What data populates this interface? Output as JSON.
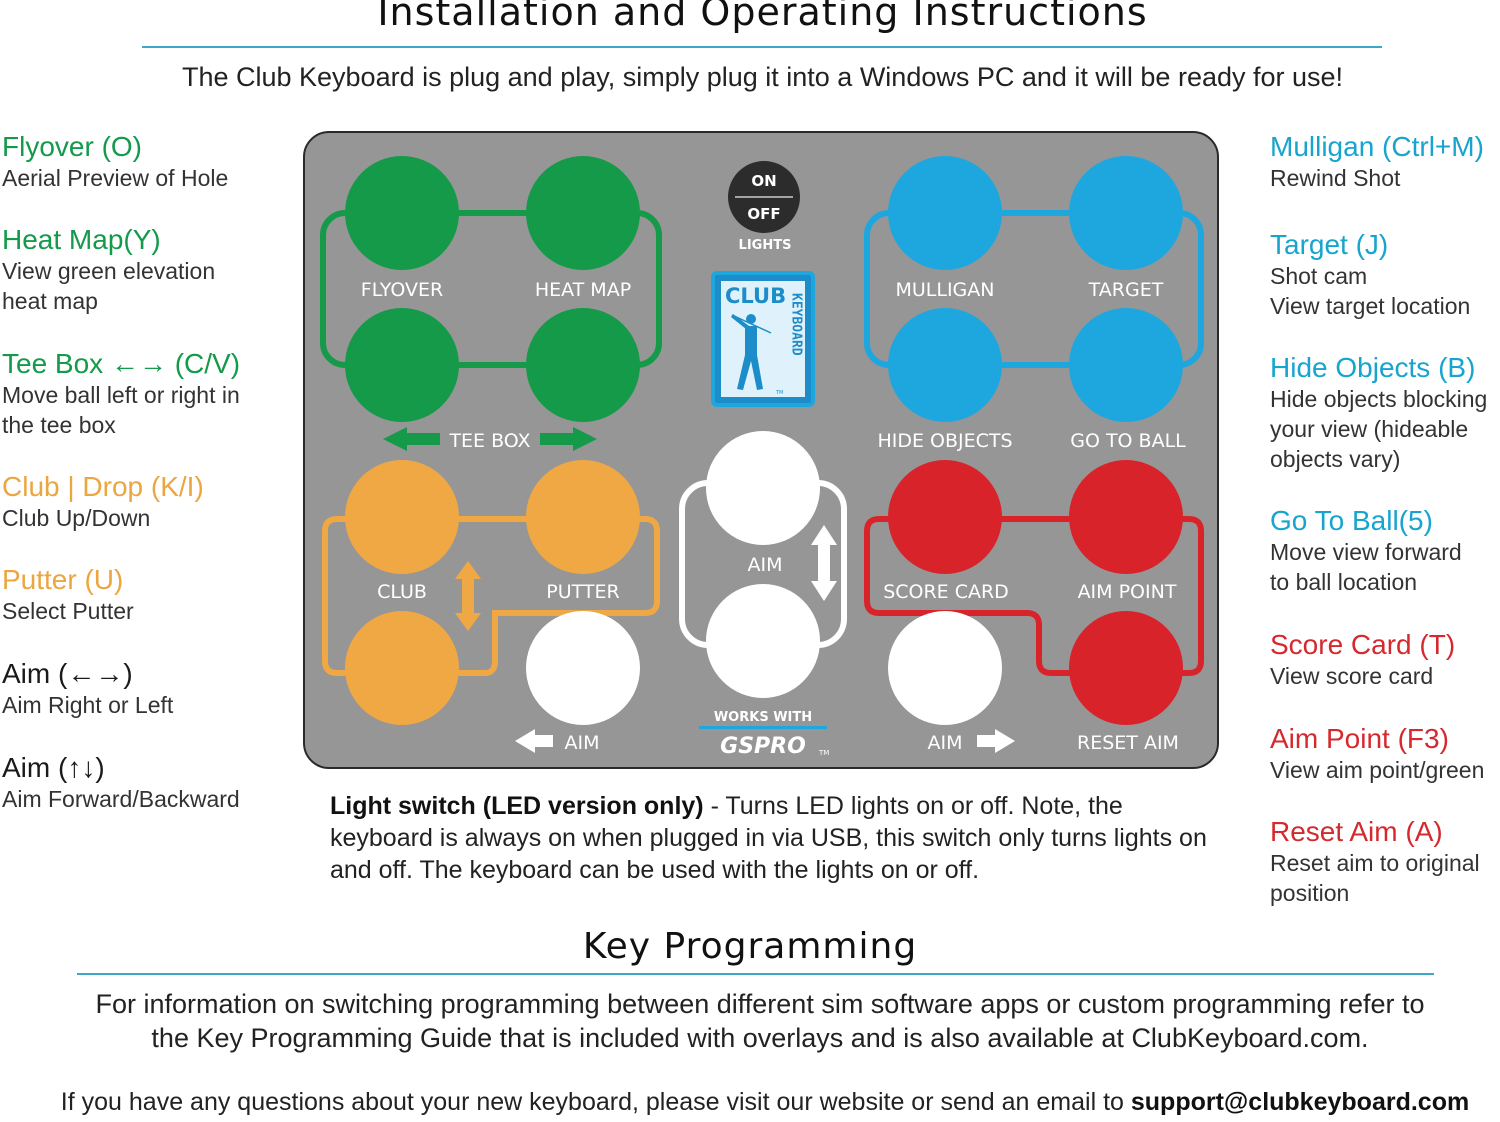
{
  "header": {
    "title": "Installation and Operating Instructions",
    "intro": "The Club Keyboard is plug and play, simply plug it into a Windows PC and it will be ready for use!"
  },
  "left_items": [
    {
      "title": "Flyover (O)",
      "desc": [
        "Aerial Preview of Hole"
      ],
      "color": "#139a4a"
    },
    {
      "title": "Heat Map(Y)",
      "desc": [
        "View green elevation",
        "heat map"
      ],
      "color": "#139a4a"
    },
    {
      "title": "Tee Box ←→ (C/V)",
      "desc": [
        "Move ball left or right in",
        "the tee box"
      ],
      "color": "#139a4a"
    },
    {
      "title": "Club | Drop (K/I)",
      "desc": [
        "Club Up/Down"
      ],
      "color": "#eba63f"
    },
    {
      "title": "Putter (U)",
      "desc": [
        "Select Putter"
      ],
      "color": "#eba63f"
    },
    {
      "title": "Aim (←→)",
      "desc": [
        "Aim Right or Left"
      ],
      "color": "#1a1a1a"
    },
    {
      "title": "Aim (↑↓)",
      "desc": [
        "Aim Forward/Backward"
      ],
      "color": "#1a1a1a"
    }
  ],
  "right_items": [
    {
      "title": "Mulligan (Ctrl+M)",
      "desc": [
        "Rewind Shot"
      ],
      "color": "#17a4cf"
    },
    {
      "title": "Target (J)",
      "desc": [
        "Shot cam",
        "View target location"
      ],
      "color": "#17a4cf"
    },
    {
      "title": "Hide Objects (B)",
      "desc": [
        "Hide objects blocking",
        "your view (hideable",
        "objects vary)"
      ],
      "color": "#17a4cf"
    },
    {
      "title": "Go To Ball(5)",
      "desc": [
        "Move view forward",
        "to ball location"
      ],
      "color": "#17a4cf"
    },
    {
      "title": "Score Card (T)",
      "desc": [
        "View score card"
      ],
      "color": "#d42a2e"
    },
    {
      "title": "Aim Point (F3)",
      "desc": [
        "View aim point/green"
      ],
      "color": "#d42a2e"
    },
    {
      "title": "Reset Aim (A)",
      "desc": [
        "Reset aim to original",
        "position"
      ],
      "color": "#d42a2e"
    }
  ],
  "keyboard": {
    "switch_on": "ON",
    "switch_off": "OFF",
    "switch_caption": "LIGHTS",
    "logo_text": "CLUB",
    "logo_vertical": "KEYBOARD",
    "logo_tm": "TM",
    "works_with": "WORKS WITH",
    "gspro": "GSPRO",
    "gspro_tm": "TM",
    "labels": {
      "flyover": "FLYOVER",
      "heat_map": "HEAT MAP",
      "tee_box": "TEE BOX",
      "club": "CLUB",
      "putter": "PUTTER",
      "aim_left": "AIM",
      "aim_center": "AIM",
      "mulligan": "MULLIGAN",
      "target": "TARGET",
      "hide_objects": "HIDE OBJECTS",
      "go_to_ball": "GO TO BALL",
      "score_card": "SCORE CARD",
      "aim_point": "AIM POINT",
      "aim_right": "AIM",
      "reset_aim": "RESET AIM"
    },
    "colors": {
      "green": "#149a48",
      "orange": "#f0a844",
      "blue": "#1ea7de",
      "red": "#d9232b",
      "white": "#ffffff",
      "board": "#969696"
    }
  },
  "light_switch": {
    "bold": "Light switch (LED version only)",
    "text": " - Turns LED lights on or off. Note, the keyboard is always on when plugged in via USB, this switch only turns lights on and off. The keyboard can be used with the lights on or off."
  },
  "key_programming": {
    "title": "Key Programming",
    "text_line1": "For information on switching programming between different sim software apps or custom programming refer to",
    "text_line2": "the Key Programming Guide that is included with overlays and is also available at ClubKeyboard.com."
  },
  "support": {
    "text": "If you have any questions about your new keyboard, please visit our website or send an email to ",
    "email": "support@clubkeyboard.com"
  }
}
